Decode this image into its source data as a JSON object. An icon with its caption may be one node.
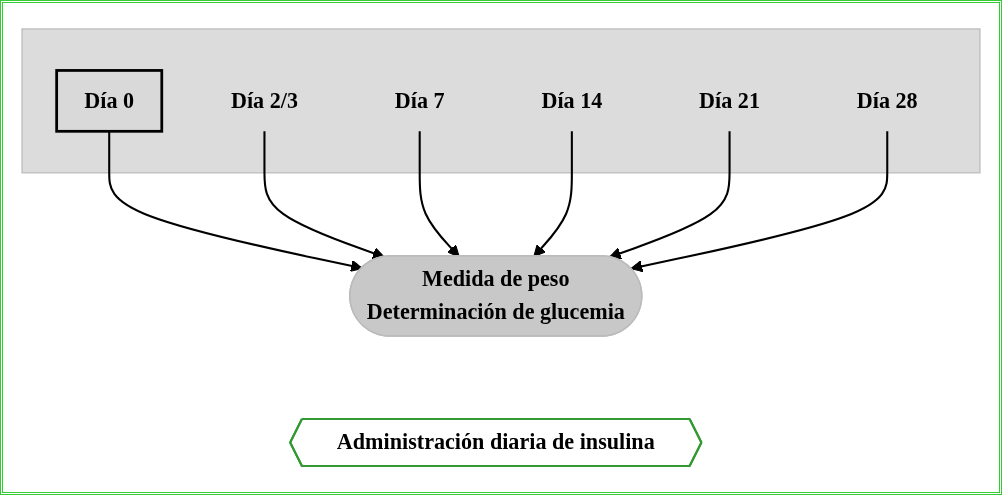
{
  "diagram": {
    "nodes": [
      {
        "text": [],
        "shape": "bar"
      },
      {
        "text": [
          "Día 0"
        ],
        "in": 0
      },
      {
        "text": [
          "Día 2/3"
        ],
        "in": 0
      },
      {
        "text": [
          "Día 7"
        ],
        "in": 0
      },
      {
        "text": [
          "Día 14"
        ],
        "in": 0
      },
      {
        "text": [
          "Día 21"
        ],
        "in": 0
      },
      {
        "text": [
          "Día 28"
        ],
        "in": 0
      },
      {
        "text": [
          "Medida de peso",
          "Determinación de glucemia"
        ]
      },
      {
        "text": [
          "Administración diaria de insulina"
        ]
      }
    ],
    "edges": [
      {
        "from": 1,
        "to": 7,
        "arrow": "to"
      },
      {
        "from": 2,
        "to": 7,
        "arrow": "to"
      },
      {
        "from": 3,
        "to": 7,
        "arrow": "to"
      },
      {
        "from": 4,
        "to": 7,
        "arrow": "to"
      },
      {
        "from": 5,
        "to": 7,
        "arrow": "to"
      },
      {
        "from": 6,
        "to": 7,
        "arrow": "to"
      }
    ]
  }
}
